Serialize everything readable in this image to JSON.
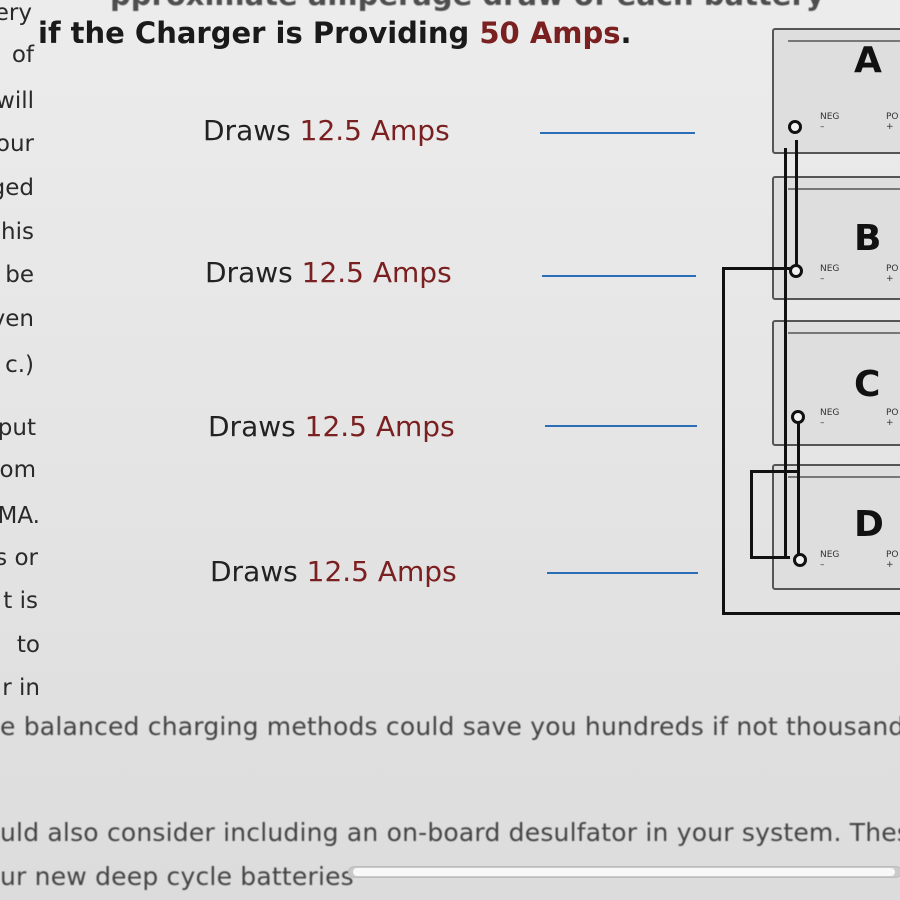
{
  "heading": {
    "partial_top": "pproximate amperage draw of each battery",
    "prefix": "if the Charger is Providing ",
    "amount": "50 Amps",
    "suffix": "."
  },
  "left_column_fragments": [
    "ery",
    "of",
    "will",
    "our",
    "ged",
    "his",
    "be",
    "ven",
    "c.)",
    "put",
    "om",
    "MA.",
    "s or",
    "t  is",
    "to",
    "r  in"
  ],
  "draw_rows": [
    {
      "label": "Draws ",
      "amount": "12.5 Amps"
    },
    {
      "label": "Draws ",
      "amount": "12.5 Amps"
    },
    {
      "label": "Draws ",
      "amount": "12.5 Amps"
    },
    {
      "label": "Draws ",
      "amount": "12.5 Amps"
    }
  ],
  "batteries": [
    {
      "letter": "A",
      "neg_label": "NEG",
      "neg_sign": "–",
      "pos_label": "PO",
      "pos_sign": "+"
    },
    {
      "letter": "B",
      "neg_label": "NEG",
      "neg_sign": "–",
      "pos_label": "PO",
      "pos_sign": "+"
    },
    {
      "letter": "C",
      "neg_label": "NEG",
      "neg_sign": "–",
      "pos_label": "PO",
      "pos_sign": "+"
    },
    {
      "letter": "D",
      "neg_label": "NEG",
      "neg_sign": "–",
      "pos_label": "PO",
      "pos_sign": "+"
    }
  ],
  "body_text": [
    "e balanced charging methods could save you hundreds if not thousands o",
    "uld also consider including an on-board desulfator in your system. Thes",
    "ur new deep cycle batteries"
  ],
  "colors": {
    "accent_text": "#7a2020",
    "lead_line": "#2a6fb5",
    "wire": "#111111"
  }
}
